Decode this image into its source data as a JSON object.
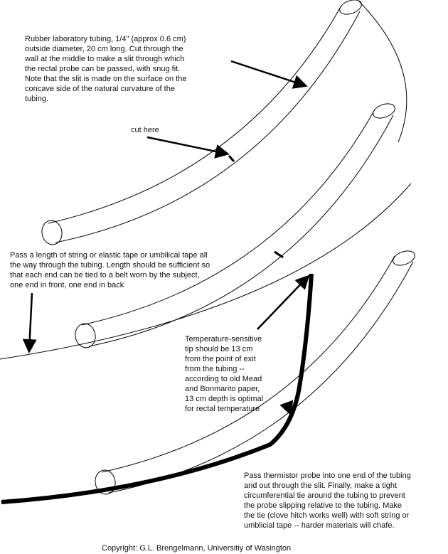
{
  "note1": {
    "lines": [
      "Rubber laboratory tubing, 1/4\" (approx 0.6 cm)",
      "outside diameter, 20 cm long.  Cut through the",
      "wall at the middle to make a slit through which",
      "the rectal probe can be passed, with snug fit.",
      "Note that the slit is made on the surface on the",
      "concave side of the natural curvature of the",
      "tubing."
    ]
  },
  "cut_label": "cut here",
  "note2": {
    "lines": [
      "Pass a length of string or elastic tape or umbilical tape all",
      "the way through the tubing.  Length should be sufficient so",
      "that each end can be tied to a belt worn by the subject,",
      "one end in front, one end in back"
    ]
  },
  "note3": {
    "lines": [
      "Temperature-sensitive",
      "tip should be 13 cm",
      "from the point of exit",
      "from the tubing --",
      "according to old Mead",
      "and Bonmarito paper,",
      "13 cm depth is optimal",
      "for rectal temperature"
    ]
  },
  "note4": {
    "lines": [
      "Pass thermistor probe into one end of the tubing",
      "and out through the slit.   Finally, make a tight",
      "circumferential tie around the tubing to prevent",
      "the probe slipping relative to the tubing.  Make",
      "the tie (clove hitch works well) with soft string or",
      "umblicial tape -- harder materials will chafe."
    ]
  },
  "copyright": "Copyright:  G.L. Brengelmann, Universitiy of Wasington"
}
